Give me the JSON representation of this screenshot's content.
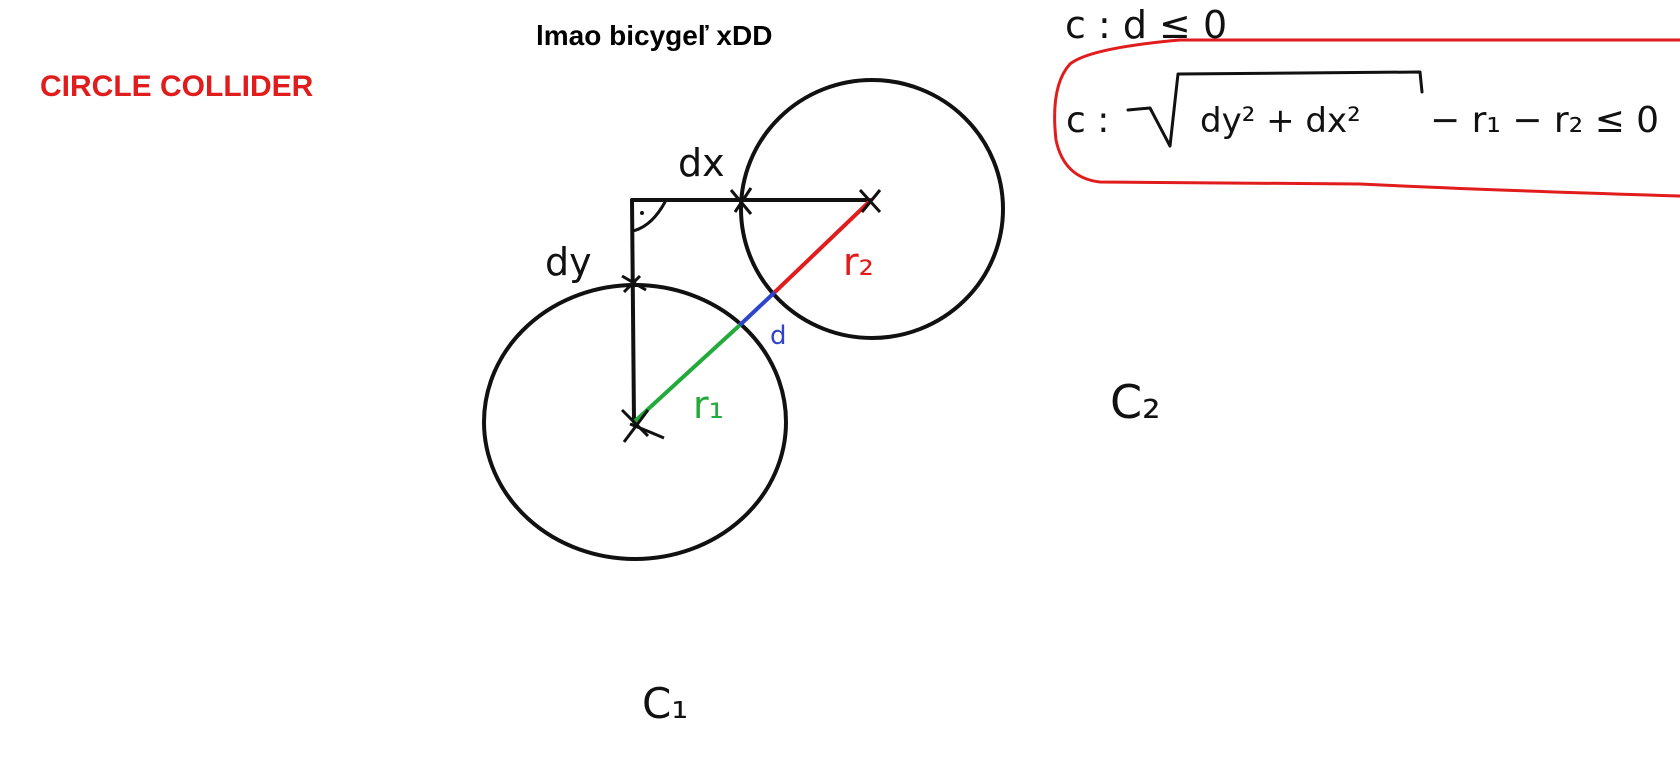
{
  "title": "lmao bicygeľ xDD",
  "heading": "CIRCLE COLLIDER",
  "colors": {
    "ink": "#111111",
    "heading": "#e11c1c",
    "r1": "#22aa3a",
    "r2": "#e11c1c",
    "d": "#2f44cc",
    "formula_box": "#e11c1c"
  },
  "labels": {
    "dx": "dx",
    "dy": "dy",
    "r1": "r₁",
    "r2": "r₂",
    "d": "d",
    "c1": "C₁",
    "c2": "C₂"
  },
  "formulas": {
    "condition": "c : d ≤ 0",
    "expanded_prefix": "c :",
    "radicand": "dy² + dx²",
    "suffix": "− r₁ − r₂ ≤ 0"
  }
}
